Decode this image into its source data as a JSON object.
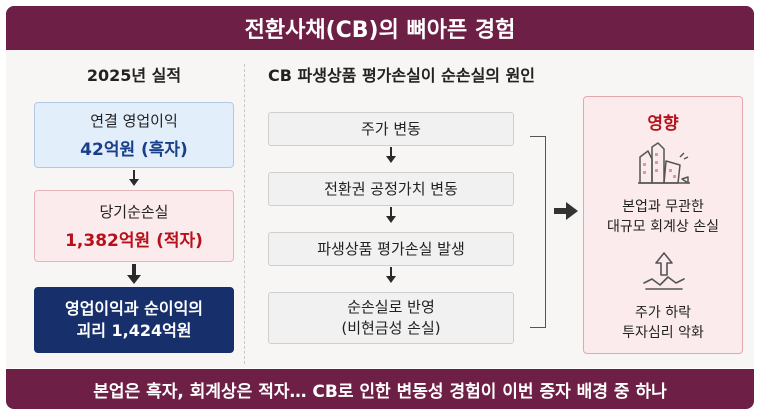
{
  "title": "전환사채(CB)의 뼈아픈 경험",
  "left": {
    "heading": "2025년 실적",
    "box1": {
      "label": "연결 영업이익",
      "value": "42억원 (흑자)"
    },
    "box2": {
      "label": "당기순손실",
      "value": "1,382억원 (적자)"
    },
    "box3": {
      "line1": "영업이익과 순이익의",
      "line2": "괴리 1,424억원"
    }
  },
  "middle": {
    "heading": "CB 파생상품 평가손실이 순손실의 원인",
    "steps": [
      {
        "line1": "주가 변동",
        "line2": ""
      },
      {
        "line1": "전환권 공정가치 변동",
        "line2": ""
      },
      {
        "line1": "파생상품 평가손실 발생",
        "line2": ""
      },
      {
        "line1": "순손실로 반영",
        "line2": "(비현금성 손실)"
      }
    ]
  },
  "impact": {
    "title": "영향",
    "item1": {
      "line1": "본업과 무관한",
      "line2": "대규모 회계상 손실",
      "icon": "crumbling-buildings-icon"
    },
    "item2": {
      "line1": "주가 하락",
      "line2": "투자심리 악화",
      "icon": "falling-arrow-icon"
    }
  },
  "footer": "본업은 흑자, 회계상은 적자… CB로 인한 변동성 경험이 이번 증자 배경 중 하나",
  "colors": {
    "banner": "#6e1f45",
    "navy": "#17306b",
    "red": "#b5121b",
    "blue": "#1a3f8a"
  }
}
